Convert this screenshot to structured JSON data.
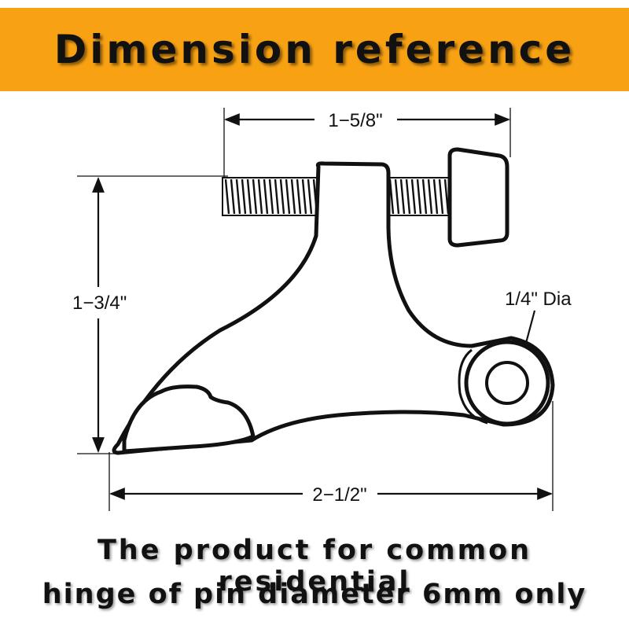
{
  "header": {
    "title": "Dimension reference",
    "background_color": "#f7a113"
  },
  "diagram": {
    "dimensions": {
      "top_width": "1−5/8\"",
      "height": "1−3/4\"",
      "pin_hole": "1/4\" Dia",
      "base_width": "2−1/2\""
    }
  },
  "footer": {
    "line1": "The product for common residential",
    "line2": "hinge of pin diameter 6mm only"
  }
}
